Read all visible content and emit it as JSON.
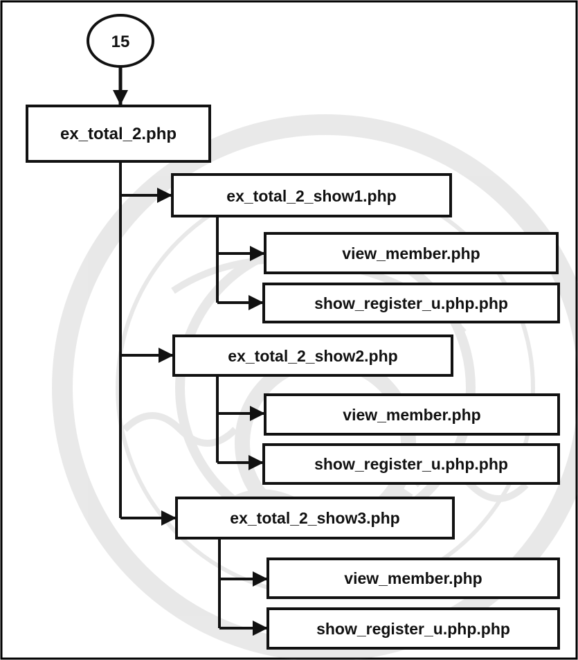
{
  "connector": {
    "label": "15"
  },
  "nodes": {
    "root": "ex_total_2.php",
    "show1": "ex_total_2_show1.php",
    "show1_view": "view_member.php",
    "show1_register": "show_register_u.php.php",
    "show2": "ex_total_2_show2.php",
    "show2_view": "view_member.php",
    "show2_register": "show_register_u.php.php",
    "show3": "ex_total_2_show3.php",
    "show3_view": "view_member.php",
    "show3_register": "show_register_u.php.php"
  }
}
